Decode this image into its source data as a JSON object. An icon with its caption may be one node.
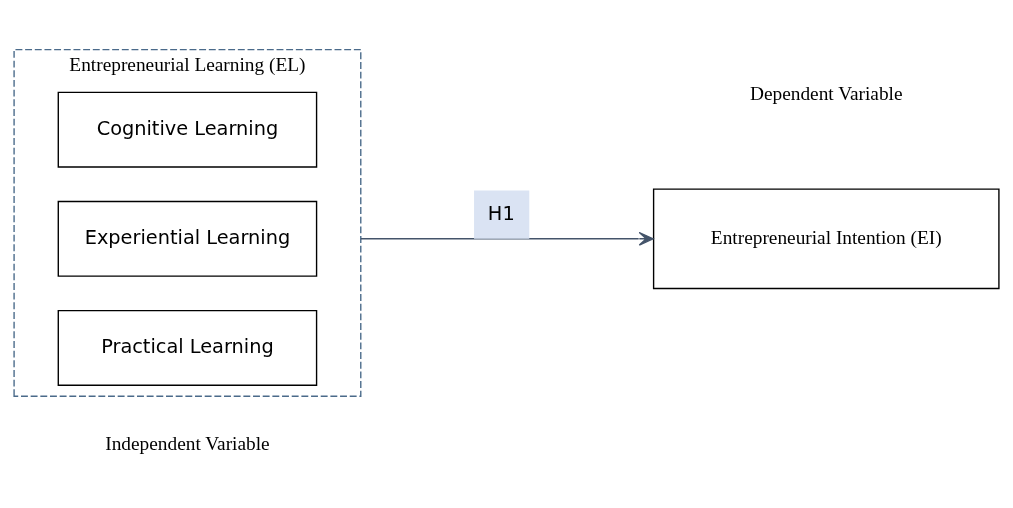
{
  "diagram": {
    "nodes": [
      {
        "text": [
          "Entrepreneurial Learning (EL)"
        ]
      },
      {
        "text": [
          "Cognitive Learning"
        ],
        "in": 0
      },
      {
        "text": [
          "Experiential Learning"
        ],
        "in": 0
      },
      {
        "text": [
          "Practical Learning"
        ],
        "in": 0
      },
      {
        "text": [
          "Entrepreneurial Intention (EI)"
        ]
      }
    ],
    "edges": [
      {
        "from": 0,
        "to": 4,
        "arrow": "to",
        "label": "H1"
      }
    ],
    "labels": [
      "Independent Variable",
      "Dependent Variable"
    ]
  }
}
